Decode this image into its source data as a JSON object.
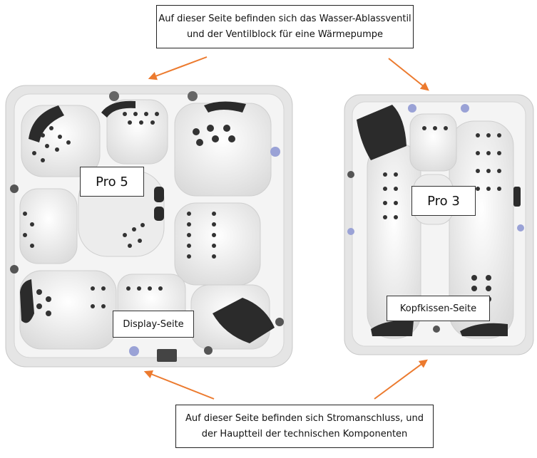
{
  "callouts": {
    "top": {
      "line1": "Auf dieser Seite befinden sich das Wasser-Ablassventil",
      "line2": "und der Ventilblock für eine Wärmepumpe"
    },
    "bottom": {
      "line1": "Auf dieser Seite befinden sich Stromanschluss, und",
      "line2": "der Hauptteil der technischen Komponenten"
    }
  },
  "spa_labels": {
    "pro5": "Pro 5",
    "pro3": "Pro 3",
    "display_side": "Display-Seite",
    "headrest_side": "Kopfkissen-Seite"
  },
  "colors": {
    "arrow": "#ec7a2e",
    "shell": "#f3f3f3",
    "frame": "#e6e6e6",
    "pillow": "#2b2b2b",
    "valve": "#9aa2d6"
  }
}
